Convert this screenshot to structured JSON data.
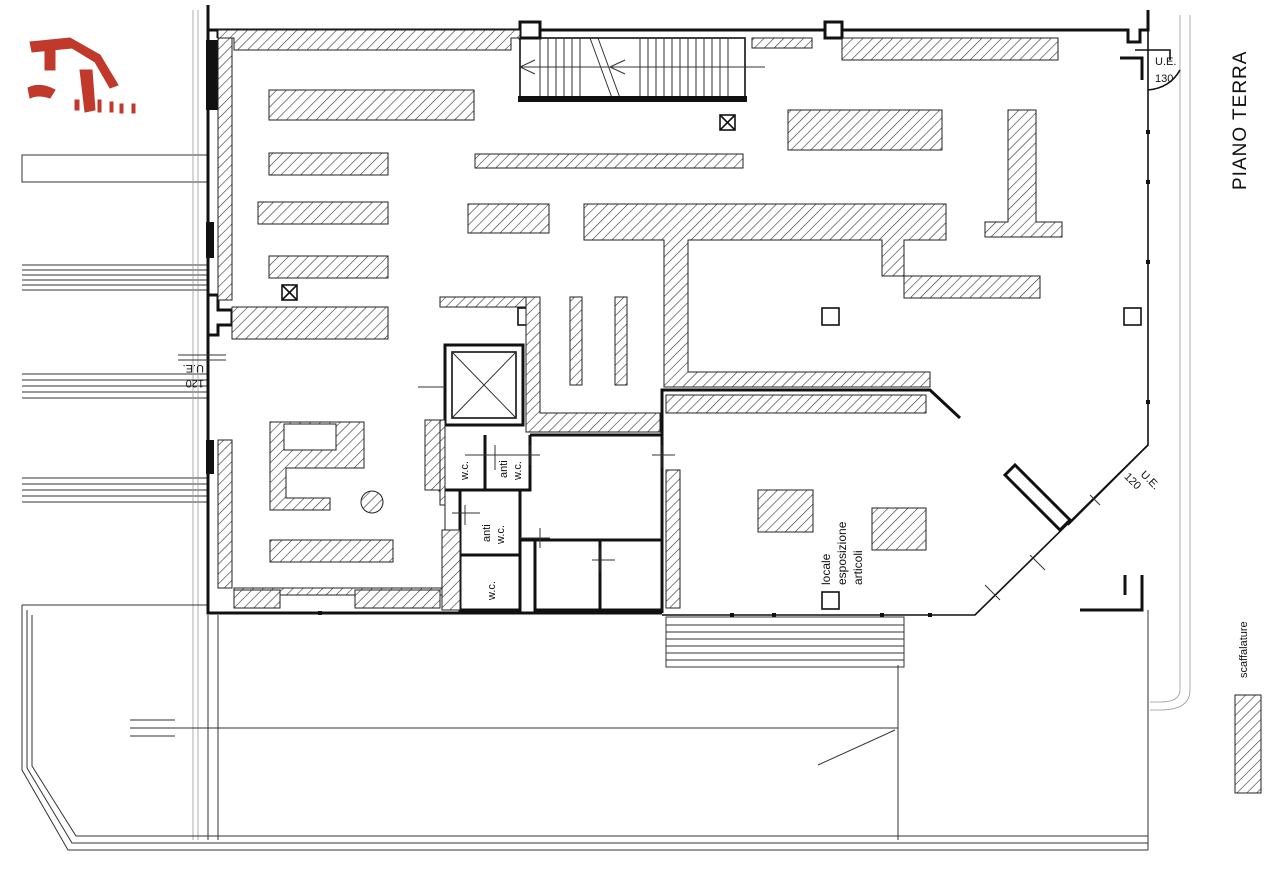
{
  "title": "PIANO TERRA",
  "ue_top_right": {
    "line1": "U.E.",
    "line2": "130"
  },
  "ue_left": {
    "line1": "U.E.",
    "line2": "120"
  },
  "ue_diagonal": {
    "line1": "U.E.",
    "line2": "120"
  },
  "wc_labels": [
    "w.c.",
    "w.c."
  ],
  "anti_wc_labels": [
    {
      "line1": "anti",
      "line2": "w.c."
    },
    {
      "line1": "anti",
      "line2": "w.c."
    }
  ],
  "room_label": {
    "line1": "locale",
    "line2": "esposizione",
    "line3": "articoli"
  },
  "legend": {
    "label": "scaffalature"
  },
  "colors": {
    "wall": "#111111",
    "hatch": "#333333",
    "logo": "#c0392b"
  }
}
